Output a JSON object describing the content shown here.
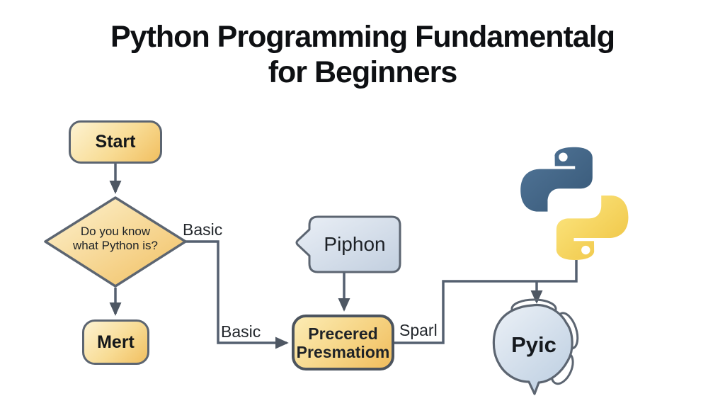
{
  "title": {
    "line1": "Python Programming Fundamentalg",
    "line2": "for Beginners"
  },
  "flowchart": {
    "start": {
      "label": "Start"
    },
    "decision": {
      "text_line1": "Do you know",
      "text_line2": "what Python is?"
    },
    "mert": {
      "label": "Mert"
    },
    "piphon": {
      "label": "Piphon"
    },
    "precered": {
      "label_line1": "Precered",
      "label_line2": "Presmatiom"
    },
    "pyic": {
      "label": "Pyic"
    },
    "edge_labels": {
      "basic_upper": "Basic",
      "basic_lower": "Basic",
      "sparl": "Sparl"
    }
  },
  "icons": {
    "python_logo": "python-logo"
  },
  "colors": {
    "background": "#ffffff",
    "connector_line": "#556070",
    "arrowhead": "#4e5763",
    "gold_light": "#fdf3d2",
    "gold_dark": "#f1bf60",
    "blue_bubble_light": "#eaeff6",
    "blue_bubble_dark": "#c2cfdf",
    "cloud_light": "#ecf1f7",
    "cloud_dark": "#bfd0e2",
    "python_blue": "#3e6389",
    "python_yellow": "#f6d254",
    "title_text": "#0e1013"
  }
}
